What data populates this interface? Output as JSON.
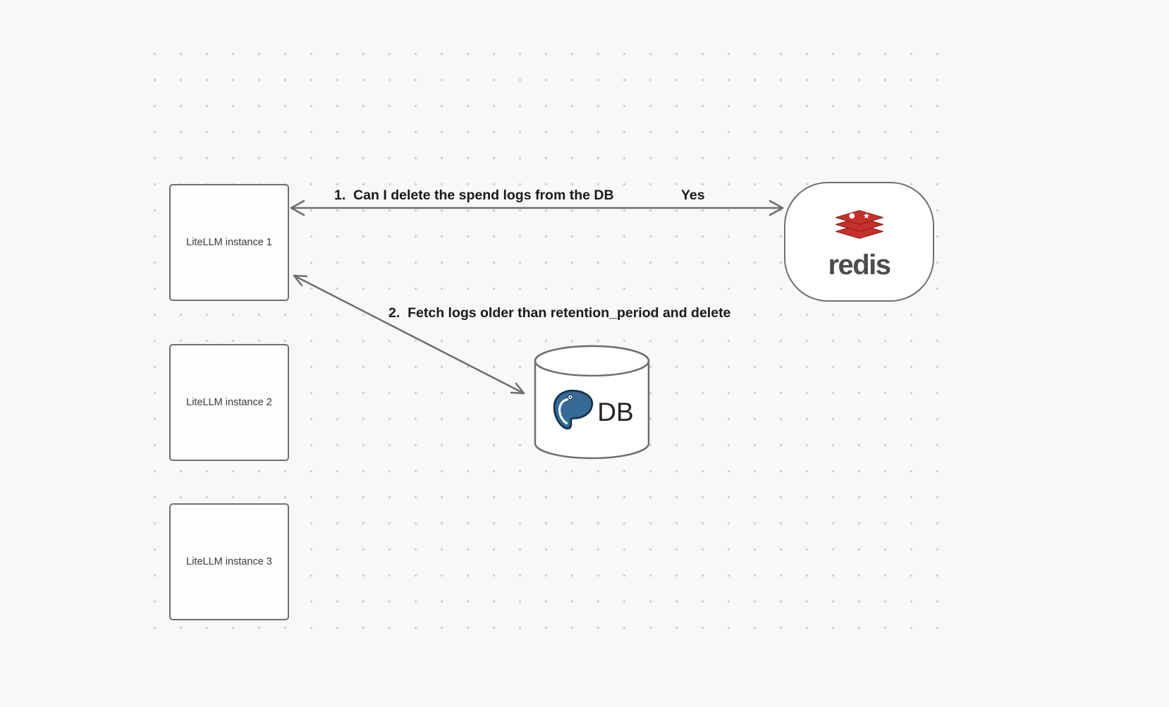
{
  "canvas": {
    "background_color": "#f9f8f6",
    "dot_color": "#d6d3cf"
  },
  "colors": {
    "stroke_gray": "#6e6e6e",
    "label_text": "#191919",
    "node_text": "#3a3a3a",
    "redis_red": "#c6302b",
    "postgres_blue": "#366a94"
  },
  "nodes": {
    "litellm1": {
      "label": "LiteLLM instance 1"
    },
    "litellm2": {
      "label": "LiteLLM instance 2"
    },
    "litellm3": {
      "label": "LiteLLM instance 3"
    },
    "redis": {
      "label": "redis",
      "icon": "redis-logo-icon"
    },
    "db": {
      "label": "DB",
      "icon": "postgresql-elephant-icon"
    }
  },
  "edges": {
    "e1": {
      "from": "litellm1",
      "to": "redis",
      "direction": "bidirectional",
      "label": "1.  Can I delete the spend logs from the DB",
      "response": "Yes"
    },
    "e2": {
      "from": "litellm1",
      "to": "db",
      "direction": "bidirectional",
      "label": "2.  Fetch logs older than retention_period and delete"
    }
  }
}
